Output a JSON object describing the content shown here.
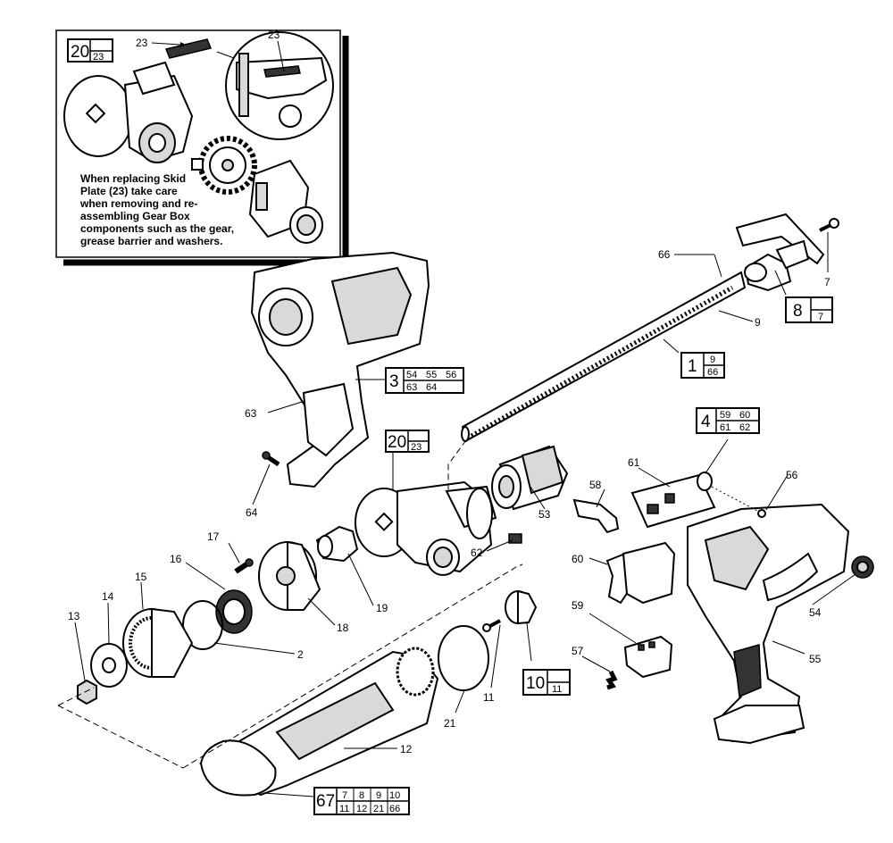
{
  "inset": {
    "note_lines": [
      "When replacing Skid",
      "Plate (23) take care",
      "when removing and re-",
      "assembling Gear Box",
      "components such as the gear,",
      "grease barrier and washers."
    ],
    "callout_left": "23",
    "callout_right": "23",
    "kit": {
      "main": "20",
      "subs": [
        [
          "23"
        ]
      ]
    }
  },
  "kits": [
    {
      "id": "kit-20",
      "main": "20",
      "subs": [
        [
          "23"
        ]
      ]
    },
    {
      "id": "kit-3",
      "main": "3",
      "subs": [
        [
          "54",
          "55",
          "56"
        ],
        [
          "63",
          "64"
        ]
      ]
    },
    {
      "id": "kit-1",
      "main": "1",
      "subs": [
        [
          "9"
        ],
        [
          "66"
        ]
      ]
    },
    {
      "id": "kit-8",
      "main": "8",
      "subs": [
        [
          "7"
        ]
      ]
    },
    {
      "id": "kit-4",
      "main": "4",
      "subs": [
        [
          "59",
          "60"
        ],
        [
          "61",
          "62"
        ]
      ]
    },
    {
      "id": "kit-10",
      "main": "10",
      "subs": [
        [
          "11"
        ]
      ]
    },
    {
      "id": "kit-67",
      "main": "67",
      "subs": [
        [
          "7",
          "8",
          "9",
          "10"
        ],
        [
          "11",
          "12",
          "21",
          "66"
        ]
      ]
    }
  ],
  "labels": {
    "p2": "2",
    "p7": "7",
    "p9": "9",
    "p11": "11",
    "p12": "12",
    "p13": "13",
    "p14": "14",
    "p15": "15",
    "p16": "16",
    "p17": "17",
    "p18": "18",
    "p19": "19",
    "p21": "21",
    "p53": "53",
    "p54": "54",
    "p55": "55",
    "p56": "56",
    "p57": "57",
    "p58": "58",
    "p59": "59",
    "p60": "60",
    "p61": "61",
    "p62": "62",
    "p63": "63",
    "p64": "64",
    "p66": "66"
  }
}
